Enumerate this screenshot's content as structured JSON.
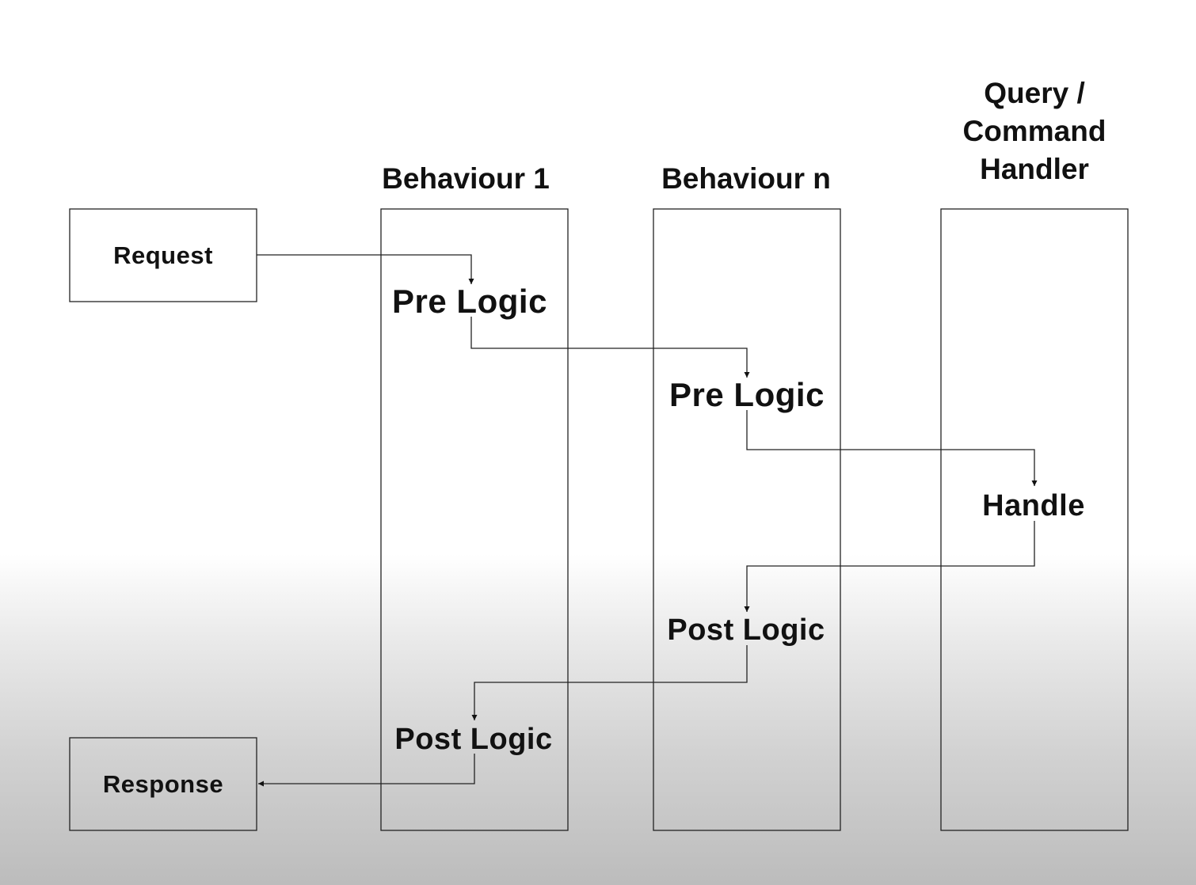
{
  "lanes": {
    "behaviour_1": {
      "title": "Behaviour 1"
    },
    "behaviour_n": {
      "title": "Behaviour n"
    },
    "handler": {
      "title_lines": [
        "Query /",
        "Command",
        "Handler"
      ]
    }
  },
  "endpoints": {
    "request": "Request",
    "response": "Response"
  },
  "steps": {
    "pre_logic_1": "Pre Logic",
    "pre_logic_n": "Pre Logic",
    "handle": "Handle",
    "post_logic_n": "Post Logic",
    "post_logic_1": "Post Logic"
  }
}
